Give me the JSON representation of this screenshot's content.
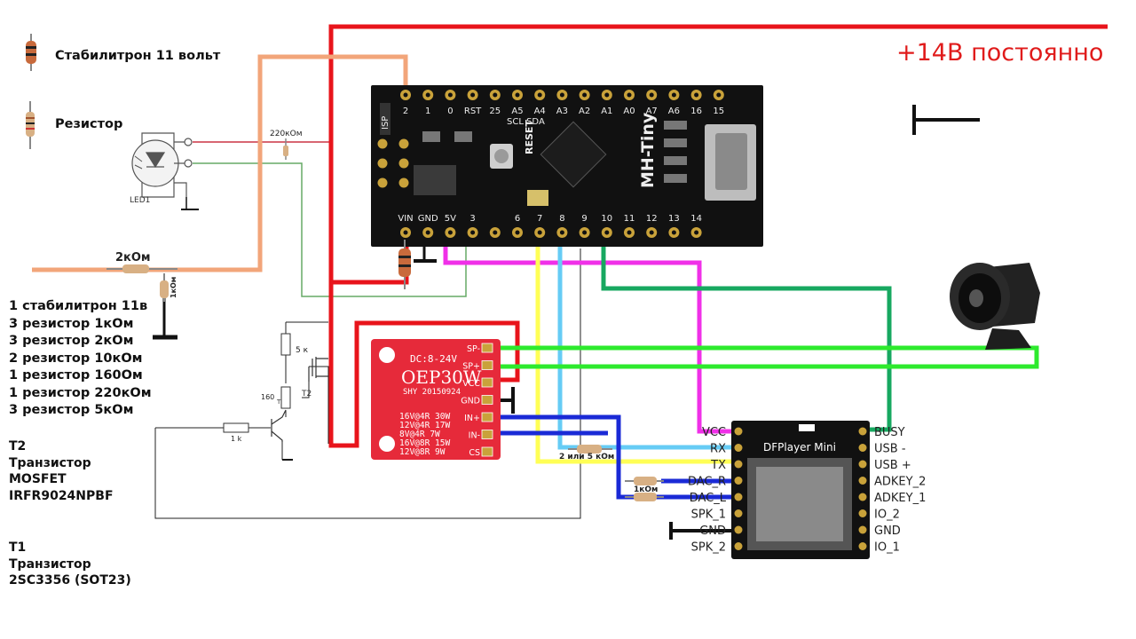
{
  "legend": {
    "zener_label": "Стабилитрон 11 вольт",
    "resistor_label": "Резистор"
  },
  "supply_label": "+14В постоянно",
  "parts_list": [
    "1 стабилитрон 11в",
    "3 резистор 1кОм",
    "3 резистор 2кОм",
    "2 резистор 10кОм",
    "1 резистор 160Ом",
    "1 резистор 220кОм",
    "3 резистор 5кОм"
  ],
  "t2_note": [
    "T2",
    "Транзистор",
    "MOSFET",
    "IRFR9024NPBF"
  ],
  "t1_note": [
    "T1",
    "Транзистор",
    "2SC3356 (SOT23)"
  ],
  "resistor_labels": {
    "r220k": "220кОм",
    "r2k": "2кОм",
    "r1k_vertical": "1кОм",
    "r5k": "5 к",
    "r160": "160",
    "r1k_base": "1 k",
    "r2or5k": "2 или 5 кОм",
    "r1k_dac": "1кОм"
  },
  "component_labels": {
    "led": "LED1",
    "t2": "T2",
    "t1": "T1"
  },
  "arduino": {
    "name": "MH-Tiny",
    "isp": "ISP",
    "top_pins": [
      "2",
      "1",
      "0",
      "RST",
      "25",
      "A5",
      "A4",
      "A3",
      "A2",
      "A1",
      "A0",
      "A7",
      "A6",
      "16",
      "15"
    ],
    "top_sub": "SCL SDA",
    "bottom_pins": [
      "VIN",
      "GND",
      "5V",
      "3",
      "",
      "6",
      "7",
      "8",
      "9",
      "10",
      "11",
      "12",
      "13",
      "14"
    ],
    "chip_label": "RESET"
  },
  "amplifier": {
    "name": "OEP30W",
    "dc": "DC:8-24V",
    "model": "SHY 20150924",
    "pins": [
      "SP-",
      "SP+",
      "VCC",
      "GND",
      "IN+",
      "IN-",
      "CS"
    ],
    "specs": [
      "16V@4R  30W",
      "12V@4R  17W",
      "8V@4R   7W",
      "16V@8R  15W",
      "12V@8R   9W"
    ]
  },
  "dfplayer": {
    "name": "DFPlayer Mini",
    "left_pins": [
      "VCC",
      "RX",
      "TX",
      "DAC_R",
      "DAC_L",
      "SPK_1",
      "GND",
      "SPK_2"
    ],
    "right_pins": [
      "BUSY",
      "USB -",
      "USB +",
      "ADKEY_2",
      "ADKEY_1",
      "IO_2",
      "GND",
      "IO_1"
    ]
  },
  "colors": {
    "red": "#e8141b",
    "salmon": "#f2a57a",
    "magenta": "#f030e8",
    "yellow": "#ffff55",
    "lightblue": "#66ccf5",
    "darkgreen": "#17a860",
    "green": "#2dea2d",
    "blue": "#1a2ad6",
    "thin_red": "#cc3344",
    "thin_green": "#66aa66"
  }
}
